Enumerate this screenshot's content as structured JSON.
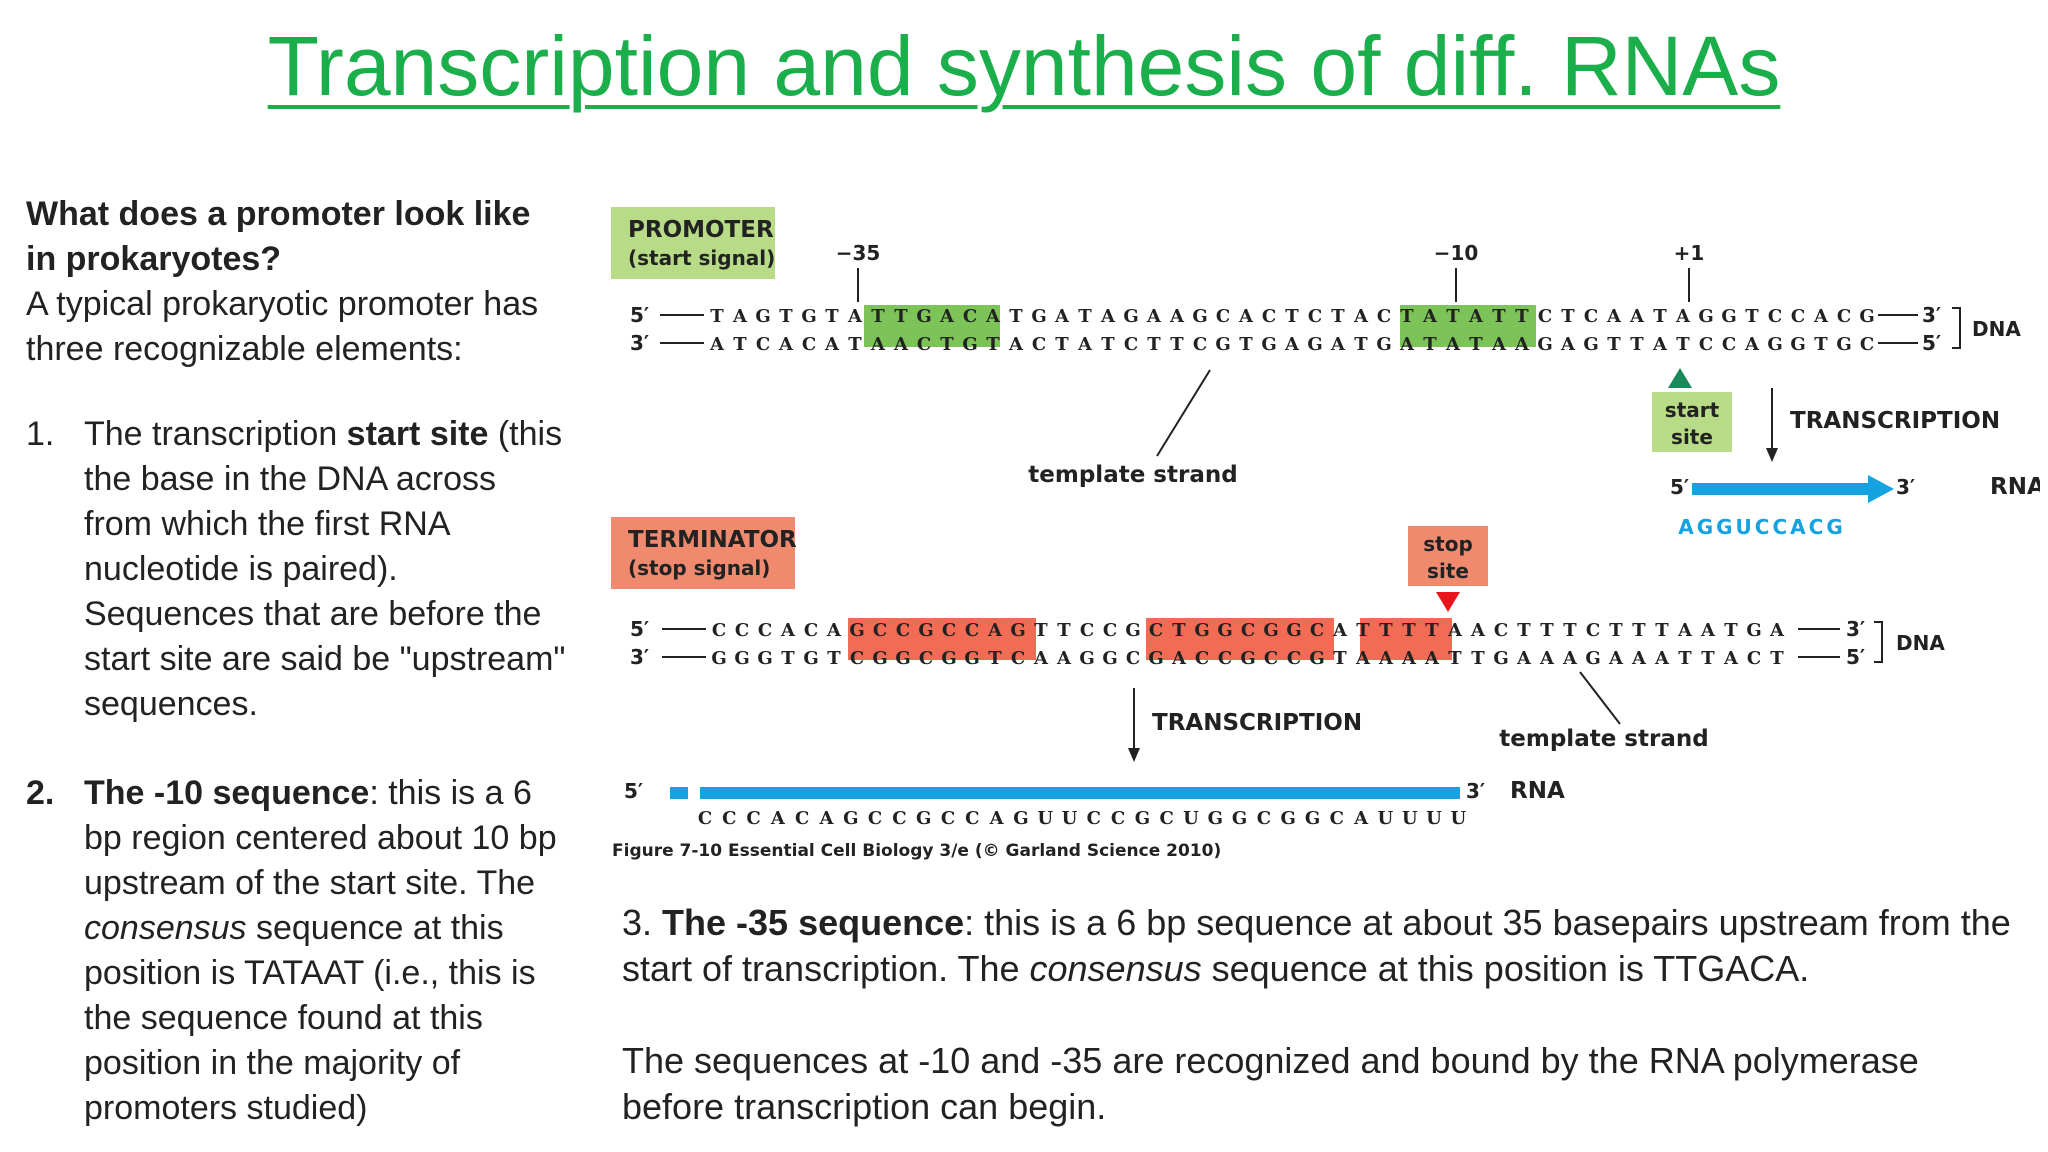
{
  "title": "Transcription and synthesis of diff. RNAs",
  "left": {
    "question_line1": "What does a promoter look like",
    "question_line2": "in prokaryotes?",
    "intro": "A typical prokaryotic promoter has three recognizable elements:",
    "item1": {
      "num": "1.",
      "text_a": "The transcription ",
      "bold": "start site",
      "text_b": " (this the base in the DNA across from which the first RNA nucleotide is paired). Sequences that are before the start site are said be \"upstream\" sequences."
    },
    "item2": {
      "num": "2.",
      "bold": "The -10 sequence",
      "text_a": ": this is a 6 bp region centered about 10 bp upstream of the start site. The ",
      "italic": "consensus",
      "text_b": " sequence   at this position is TATAAT (i.e., this is the sequence found at this position in the majority of promoters studied)"
    }
  },
  "right": {
    "p1_num": "3. ",
    "p1_bold": "The -35 sequence",
    "p1_a": ": this is a 6 bp sequence at about 35 basepairs upstream from the start of transcription. The ",
    "p1_italic": "consensus",
    "p1_b": " sequence at this position is TTGACA.",
    "p2": "The sequences at -10 and -35 are recognized and bound by the RNA polymerase before transcription can begin."
  },
  "figure": {
    "promoter_label_1": "PROMOTER",
    "promoter_label_2": "(start signal)",
    "mark_35": "−35",
    "mark_10": "−10",
    "mark_1": "+1",
    "top_strand_5": "5′",
    "top_strand_3": "3′",
    "top_seq": "TAGTGTATTGACATGATAGAAGCACTCTACTATATTCTCAATAGGTCCACG",
    "bottom_strand_5": "5′",
    "bottom_strand_3": "3′",
    "bottom_seq": "ATCACATAACTGTACTATCTTCGTGAGATGATATAAGAGTTATCCAGGTGC",
    "dna_label": "DNA",
    "start_site_1": "start",
    "start_site_2": "site",
    "transcription": "TRANSCRIPTION",
    "template_strand": "template strand",
    "rna_5": "5′",
    "rna_3": "3′",
    "rna_label": "RNA",
    "rna_seq": "AGGUCCACG",
    "terminator_label_1": "TERMINATOR",
    "terminator_label_2": "(stop signal)",
    "stop_site_1": "stop",
    "stop_site_2": "site",
    "t_top_seq": "CCCACAGCCGCCAGTTCCGCTGGCGGCATTTTAACTTTCTTTAATGA",
    "t_bottom_seq": "GGGTGTCGGCGGTCAAGGCGACCGCCGTAAAATTGAAAGAAATTACT",
    "t_rna_seq": "CCCACAGCCGCCAGUUCCGCUGGCGGCAUUUU",
    "caption": "Figure 7-10  Essential Cell Biology 3/e (© Garland Science 2010)",
    "colors": {
      "green_box": "#b7db87",
      "green_hl": "#7dc458",
      "red_box": "#f08a6f",
      "red_hl": "#f26b55",
      "blue": "#14a3e0",
      "triangle_green": "#1a8a5a",
      "triangle_red": "#e8141c"
    }
  }
}
